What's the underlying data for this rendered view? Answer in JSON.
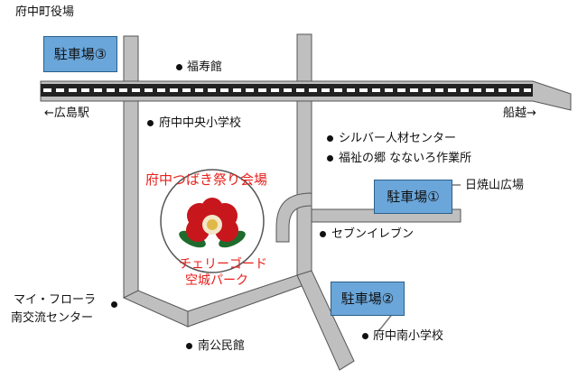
{
  "title": "府中町役場",
  "parking": [
    {
      "label": "駐車場③"
    },
    {
      "label": "駐車場①"
    },
    {
      "label": "駐車場②"
    }
  ],
  "directions": {
    "west": "←広島駅",
    "east": "船越→"
  },
  "landmarks": {
    "fukuju": "福寿館",
    "chuo_school": "府中中央小学校",
    "silver": "シルバー人材センター",
    "welfare": "福祉の郷 なないろ作業所",
    "hiyakeyama": "日焼山広場",
    "seven": "セブンイレブン",
    "mai_flora_1": "マイ・フローラ",
    "mai_flora_2": "南交流センター",
    "minami_school": "府中南小学校",
    "minami_hall": "南公民館"
  },
  "venue": {
    "festival": "府中つばき祭り会場",
    "park_1": "チェリーゴード",
    "park_2": "空城パーク"
  },
  "colors": {
    "road": "#bfbfbf",
    "parking": "#6aa6da",
    "venue_text": "#e8201c",
    "camellia": "#c8161d",
    "leaf": "#1f6b2e"
  }
}
